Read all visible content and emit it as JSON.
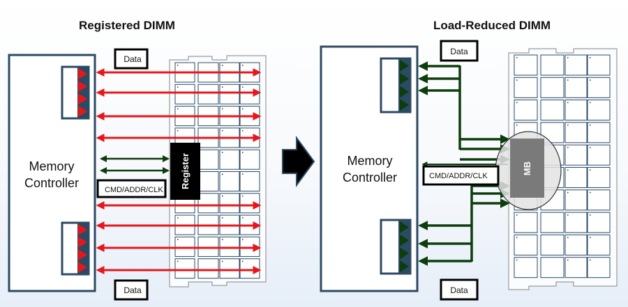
{
  "colors": {
    "frame": "#2b4a63",
    "data_line_rdimm": "#e8161b",
    "data_line_lrdimm": "#0d3d0d",
    "cmd_line": "#0d3d0d",
    "register_fill": "#000000",
    "mb_fill": "#7a7a7a",
    "mb_halo": "#e3e3e3",
    "dram_outline": "#2b4a63",
    "module_outline": "#9a9a9a"
  },
  "arrow_between": {
    "icon": "right-arrow-icon"
  },
  "panels": [
    {
      "id": "rdimm",
      "title": "Registered DIMM",
      "controller_label_line1": "Memory",
      "controller_label_line2": "Controller",
      "data_label_top": "Data",
      "data_label_bottom": "Data",
      "cmd_label": "CMD/ADDR/CLK",
      "buffer_chip_label": "Register",
      "data_lines_top": 4,
      "data_lines_bottom": 4,
      "cmd_lines": 2,
      "dram_rows": 10,
      "dram_cols": 4
    },
    {
      "id": "lrdimm",
      "title": "Load-Reduced DIMM",
      "controller_label_line1": "Memory",
      "controller_label_line2": "Controller",
      "data_label_top": "Data",
      "data_label_bottom": "Data",
      "cmd_label": "CMD/ADDR/CLK",
      "buffer_chip_label": "MB",
      "data_lines_top": 3,
      "data_lines_bottom": 3,
      "cmd_lines": 1,
      "dram_rows": 10,
      "dram_cols": 4
    }
  ]
}
